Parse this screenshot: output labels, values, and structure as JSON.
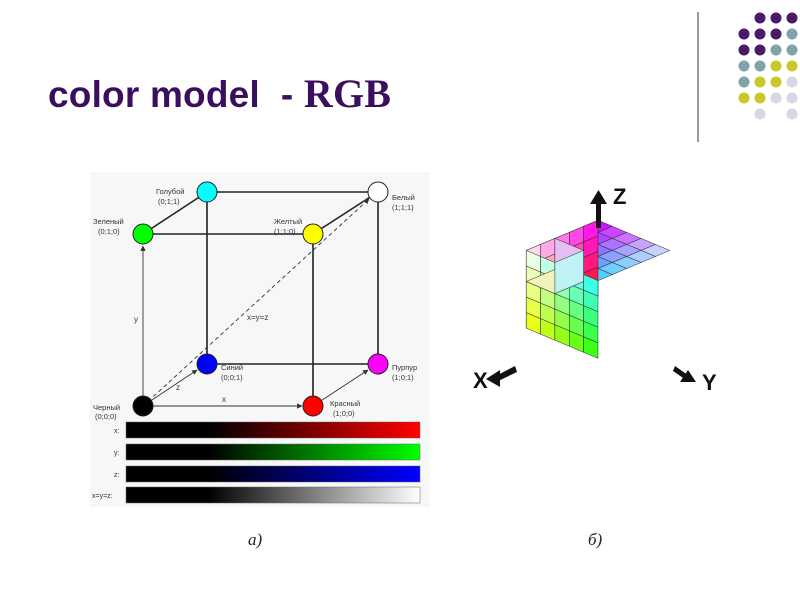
{
  "title": {
    "text": "color model  - ",
    "accent": "RGB"
  },
  "colors": {
    "title": "#3a0f5e",
    "dot_purple": "#4b1a6a",
    "dot_teal": "#7fa3a8",
    "dot_olive": "#c8c82a",
    "dot_lavender": "#d7d7e8",
    "black": "#000000",
    "red": "#ff0000",
    "green": "#00ff00",
    "blue": "#0000ff",
    "cyan": "#00ffff",
    "magenta": "#ff00ff",
    "yellow": "#ffff00",
    "white": "#ffffff"
  },
  "figure_a": {
    "vertices": {
      "black": {
        "name": "Черный",
        "coord": "(0;0;0)"
      },
      "red": {
        "name": "Красный",
        "coord": "(1;0;0)"
      },
      "green": {
        "name": "Зеленый",
        "coord": "(0;1;0)"
      },
      "blue": {
        "name": "Синий",
        "coord": "(0;0;1)"
      },
      "yellow": {
        "name": "Желтый",
        "coord": "(1;1;0)"
      },
      "cyan": {
        "name": "Голубой",
        "coord": "(0;1;1)"
      },
      "magenta": {
        "name": "Пурпур",
        "coord": "(1;0;1)"
      },
      "white": {
        "name": "Белый",
        "coord": "(1;1;1)"
      }
    },
    "axes": {
      "x": "x",
      "y": "y",
      "z": "z",
      "diagonal": "x=y=z"
    },
    "gradient_bars": [
      {
        "label": "x:",
        "end_color": "#ff0000"
      },
      {
        "label": "y:",
        "end_color": "#00ff00"
      },
      {
        "label": "z:",
        "end_color": "#0000ff"
      },
      {
        "label": "x=y=z:",
        "end_color": "#ffffff"
      }
    ],
    "caption": "а)"
  },
  "figure_b": {
    "axis_labels": {
      "x": "X",
      "y": "Y",
      "z": "Z"
    },
    "caption": "б)"
  }
}
